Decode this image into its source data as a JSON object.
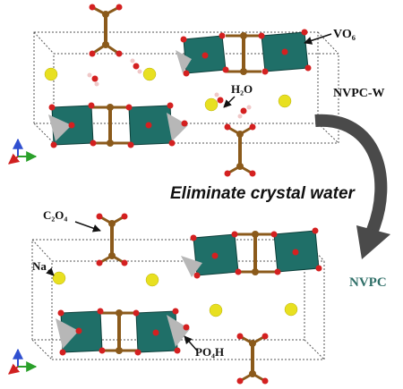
{
  "labels": {
    "vo6": "VO₆",
    "h2o": "H₂O",
    "nvpc_w": "NVPC-W",
    "caption": "Eliminate crystal water",
    "c2o4": "C₂O₄",
    "na": "Na",
    "nvpc": "NVPC",
    "po4h": "PO₄H"
  },
  "colors": {
    "octahedron": "#1f6f68",
    "tetrahedron": "#b7b7b7",
    "oxygen": "#d42020",
    "carbon": "#8b5a1b",
    "sodium": "#e8e020",
    "arrow": "#4a4a4a",
    "nvpc_text": "#2f6f68"
  },
  "icons": [
    "axis-triad-icon",
    "curved-arrow-icon"
  ]
}
